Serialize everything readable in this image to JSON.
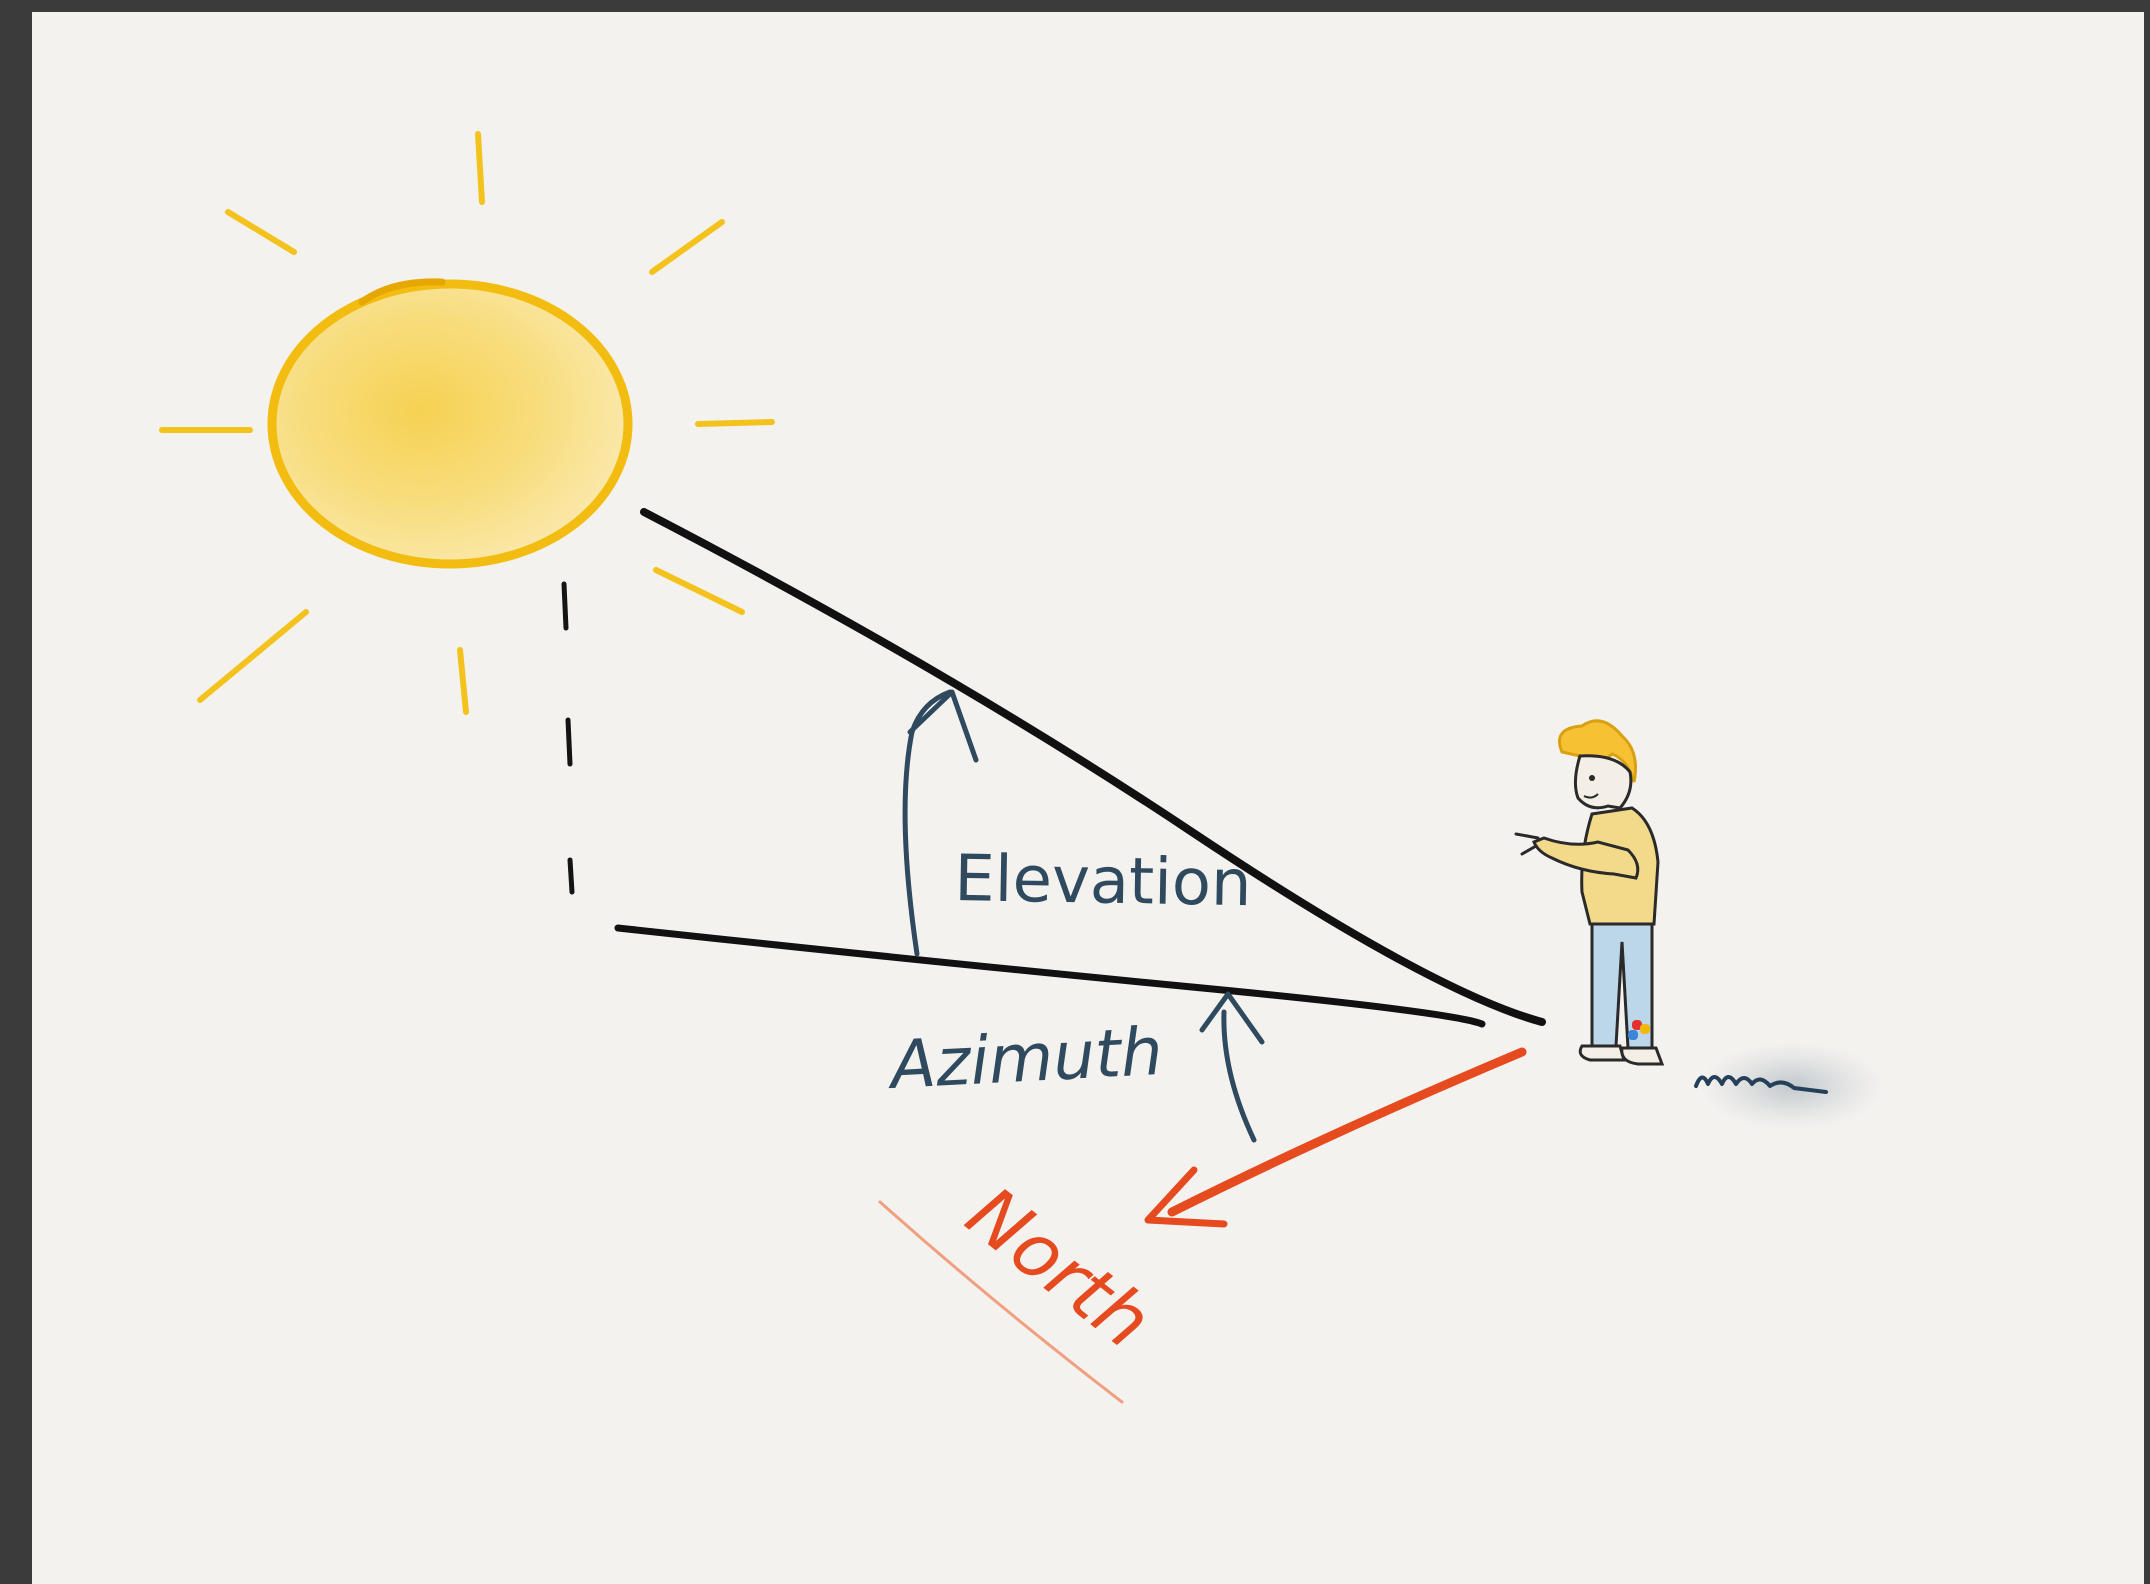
{
  "diagram": {
    "labels": {
      "elevation": "Elevation",
      "azimuth": "Azimuth",
      "north": "North"
    },
    "signature": "uun",
    "colors": {
      "background": "#f4f2ef",
      "frame": "#3b3b3b",
      "sun_fill": "#f9d96a",
      "sun_outline": "#f2bd10",
      "lines": "#101010",
      "arc_arrows": "#2f4a5e",
      "north_arrow": "#e64a1f"
    },
    "icons": {
      "sun": "sun-icon",
      "person": "person-icon",
      "ground_shadow": "ground-shadow-icon"
    }
  }
}
